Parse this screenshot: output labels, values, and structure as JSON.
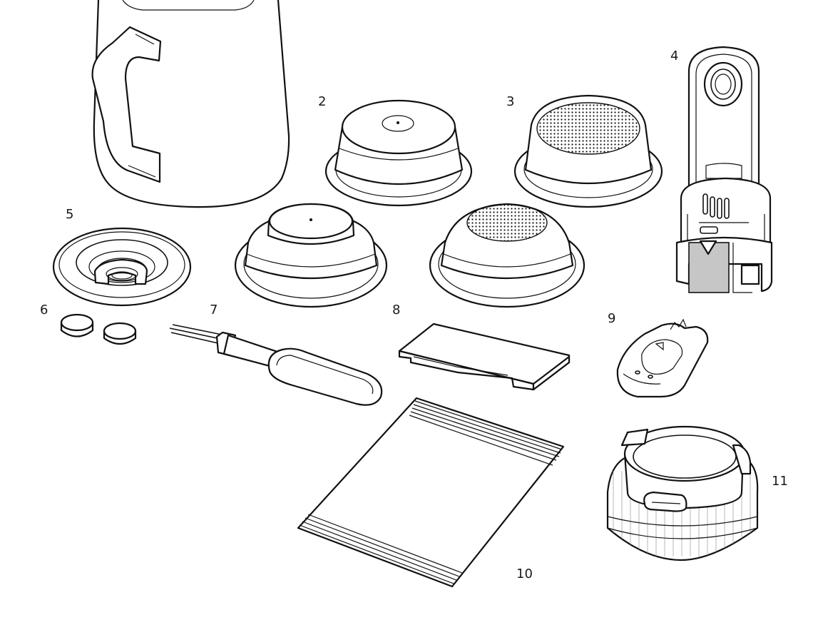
{
  "labels": {
    "l2": "2",
    "l3": "3",
    "l4": "4",
    "l5": "5",
    "l6": "6",
    "l7": "7",
    "l8": "8",
    "l9": "9",
    "l10": "10",
    "l11": "11"
  },
  "colors": {
    "ink": "#111111",
    "background": "#ffffff",
    "accent_gray": "#c6c6c6"
  }
}
